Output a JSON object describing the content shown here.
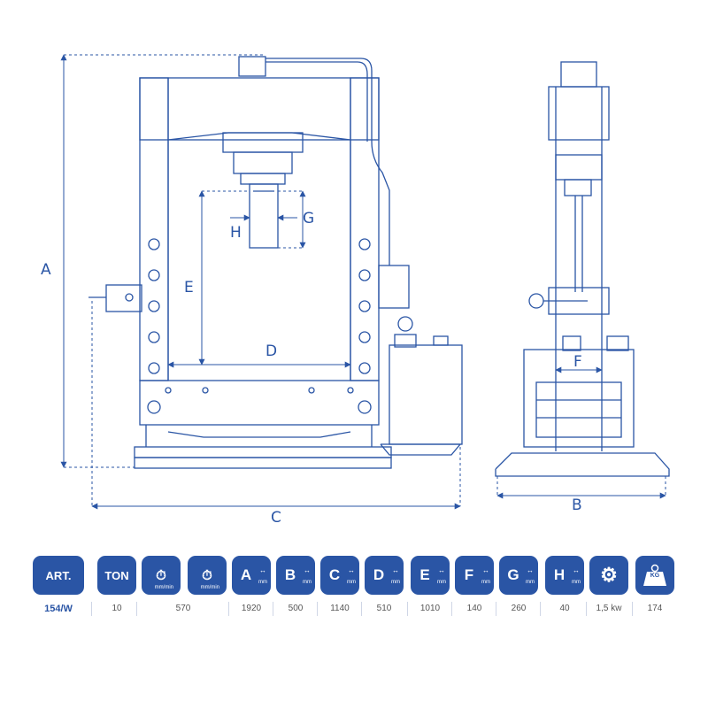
{
  "dimension_labels": {
    "a": "A",
    "b": "B",
    "c": "C",
    "d": "D",
    "e": "E",
    "f": "F",
    "g": "G",
    "h": "H"
  },
  "colors": {
    "line": "#2a55a5",
    "badge": "#2a55a5",
    "value_text": "#555555"
  },
  "specs": [
    {
      "badge": "ART.",
      "icon": "",
      "unit": "",
      "value": "154/W"
    },
    {
      "badge": "TON",
      "icon": "",
      "unit": "",
      "value": "10"
    },
    {
      "badge": "",
      "icon": "stopwatch-icon",
      "unit": "mm/min",
      "value": "570"
    },
    {
      "badge": "",
      "icon": "stopwatch-icon",
      "unit": "mm/min",
      "value": ""
    },
    {
      "badge": "A",
      "icon": "",
      "unit": "mm",
      "value": "1920"
    },
    {
      "badge": "B",
      "icon": "",
      "unit": "mm",
      "value": "500"
    },
    {
      "badge": "C",
      "icon": "",
      "unit": "mm",
      "value": "1140"
    },
    {
      "badge": "D",
      "icon": "",
      "unit": "mm",
      "value": "510"
    },
    {
      "badge": "E",
      "icon": "",
      "unit": "mm",
      "value": "1010"
    },
    {
      "badge": "F",
      "icon": "",
      "unit": "mm",
      "value": "140"
    },
    {
      "badge": "G",
      "icon": "",
      "unit": "mm",
      "value": "260"
    },
    {
      "badge": "H",
      "icon": "",
      "unit": "mm",
      "value": "40"
    },
    {
      "badge": "",
      "icon": "gears-icon",
      "unit": "",
      "value": "1,5 kw"
    },
    {
      "badge": "KG",
      "icon": "weight-icon",
      "unit": "",
      "value": "174"
    }
  ]
}
